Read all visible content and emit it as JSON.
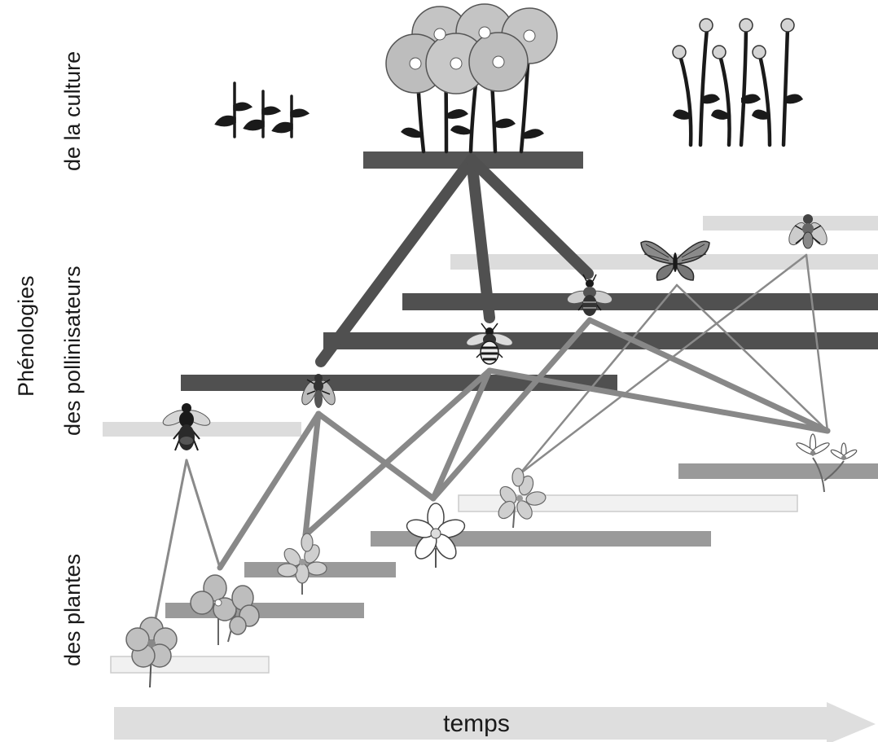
{
  "labels": {
    "culture_line1": "de la culture",
    "pollinators_line1": "Phénologies",
    "pollinators_line2": "des pollinisateurs",
    "plants_line1": "des plantes",
    "time_axis": "temps"
  },
  "colors": {
    "crop_bar": "#545454",
    "pollinator_bar_active": "#505050",
    "pollinator_bar_faint": "#dcdcdc",
    "plant_bar": "#9a9a9a",
    "plant_bar_faint": "#f1f1f1",
    "crop_link": "#505050",
    "plant_link": "#888888",
    "time_arrow": "#dedede"
  },
  "icons": {
    "crop_stages": [
      "seedling-icon",
      "flowering-crop-icon",
      "seeding-crop-icon"
    ],
    "pollinators": [
      "bumblebee-icon",
      "hoverfly-icon",
      "honeybee-icon",
      "solitary-bee-icon",
      "butterfly-icon",
      "fly-icon"
    ],
    "plants": [
      "flower-icon",
      "flower-icon",
      "flower-icon",
      "flower-icon",
      "flower-icon",
      "flower-icon"
    ]
  }
}
